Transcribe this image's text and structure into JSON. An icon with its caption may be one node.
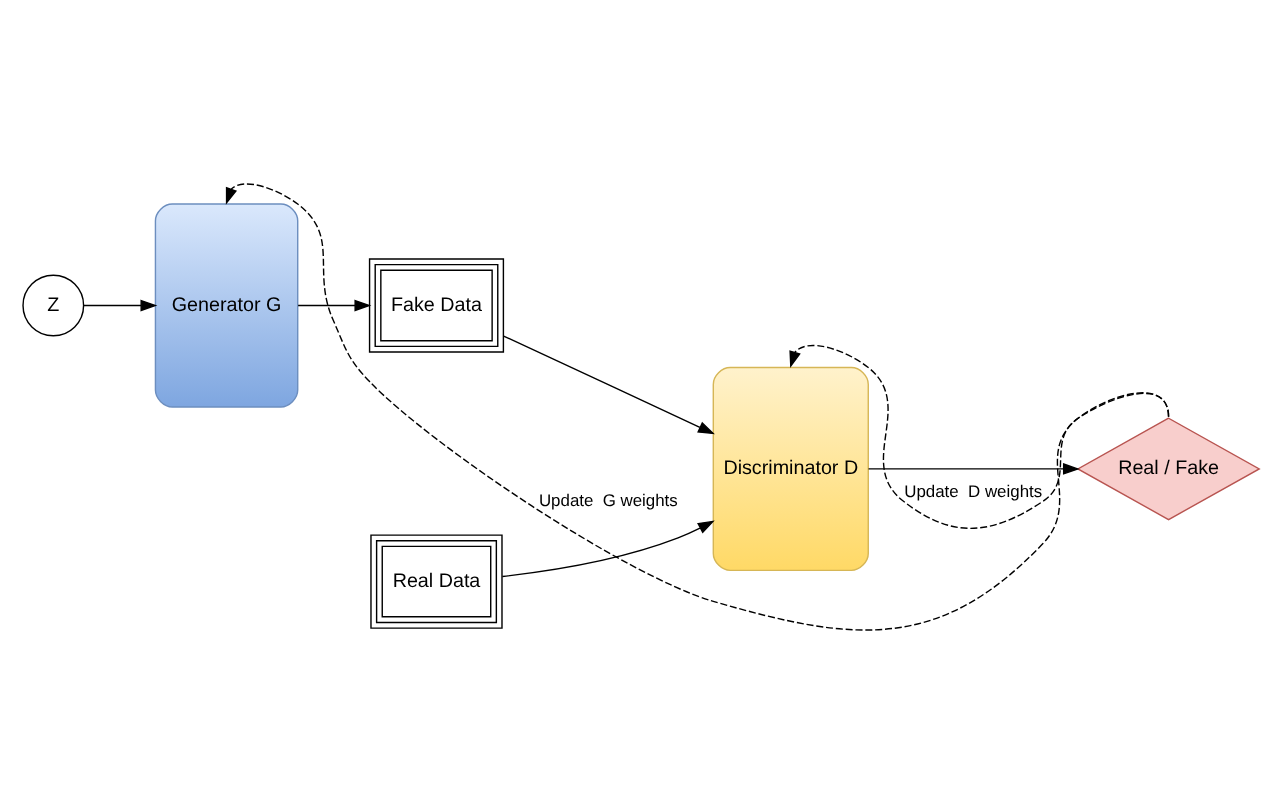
{
  "diagram": {
    "nodes": [
      {
        "text": [
          "Z"
        ]
      },
      {
        "text": [
          "Generator G"
        ]
      },
      {
        "text": [
          "Real Data"
        ]
      },
      {
        "text": [
          "Fake Data"
        ]
      },
      {
        "text": [
          "Discriminator D"
        ]
      },
      {
        "text": [
          "Real / Fake"
        ]
      }
    ],
    "edges": [
      {
        "from": 0,
        "to": 1,
        "arrow": "to"
      },
      {
        "from": 1,
        "to": 3,
        "arrow": "to"
      },
      {
        "from": 2,
        "to": 4,
        "arrow": "to"
      },
      {
        "from": 3,
        "to": 4,
        "arrow": "to"
      },
      {
        "from": 4,
        "to": 5,
        "arrow": "to"
      },
      {
        "from": 5,
        "to": 4,
        "arrow": "to",
        "style": "dashed",
        "label": "Update  D weights"
      },
      {
        "from": 5,
        "to": 1,
        "arrow": "to",
        "style": "dashed",
        "label": "Update  G weights"
      }
    ]
  }
}
